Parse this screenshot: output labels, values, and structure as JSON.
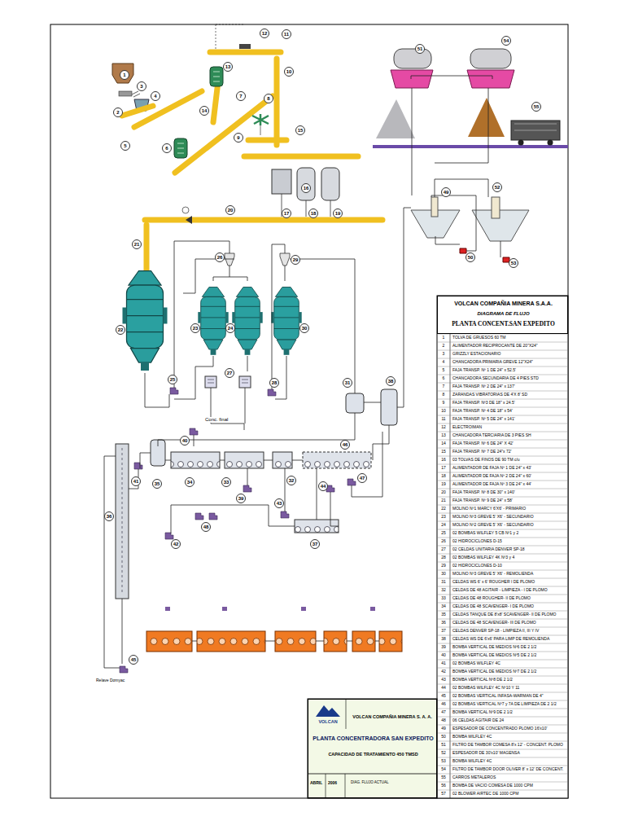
{
  "diagram": {
    "nodes": [
      {
        "text": [
          "VOLCAN COMPAÑIA MINERA S.A.A.",
          "DIAGRAMA DE FLUJO",
          "PLANTA CONCENT.SAN EXPEDITO"
        ]
      },
      {
        "text": [
          "VOLCAN",
          "VOLCAN COMPAÑIA MINERA S. A. A.",
          "PLANTA CONCENTRADORA SAN EXPEDITO",
          "CAPACIDAD DE TRATAMIENTO 450 TMSD",
          "ABRIL",
          "2006",
          "DIAG. FLUJO ACTUAL"
        ]
      }
    ],
    "labels": [
      "1",
      "2",
      "3",
      "4",
      "5",
      "6",
      "7",
      "8",
      "9",
      "10",
      "11",
      "12",
      "13",
      "14",
      "15",
      "16",
      "17",
      "18",
      "19",
      "20",
      "21",
      "22",
      "23",
      "24",
      "25",
      "26",
      "27",
      "28",
      "29",
      "30",
      "31",
      "32",
      "33",
      "34",
      "35",
      "36",
      "37",
      "38",
      "39",
      "40",
      "41",
      "42",
      "43",
      "44",
      "45",
      "46",
      "47",
      "48",
      "49",
      "50",
      "51",
      "52",
      "53",
      "54",
      "55",
      "Conc. final",
      "Relave Domyac",
      "1",
      "TOLVA DE GRUESOS 60 TM",
      "2",
      "ALIMENTADOR RECIPROCANTE DE 20\"X24\"",
      "3",
      "GRIZZLY ESTACIONARIO",
      "4",
      "CHANCADORA PRIMARIA GREVE 12\"X24\"",
      "5",
      "FAJA TRANSP. Nº 1 DE 24\" x 52.5'",
      "6",
      "CHANCADORA SECUNDARIA DE 4 PIES STD",
      "7",
      "FAJA TRANSP. Nº 2 DE 24\" x 137'",
      "8",
      "ZARANDAS VIBRATORIAS DE 4'X 8' SD",
      "9",
      "FAJA TRANSP. Nº3 DE 18\" x 24.5'",
      "10",
      "FAJA TRANSP. Nº 4 DE 18\" x 54'",
      "11",
      "FAJA TRANSP. Nº 5 DE 24\" x 141'",
      "12",
      "ELECTROIMAN",
      "13",
      "CHANCADORA TERCIARIA DE 3 PIES SH",
      "14",
      "FAJA TRANSP. Nº 6 DE 24\" X 42'",
      "15",
      "FAJA TRANSP. Nº 7 DE 24\"x 72'",
      "16",
      "03 TOLVAS DE FINOS DE 90 TM c/u",
      "17",
      "ALIMENTADOR DE FAJA Nº 1 DE 24\" x 43'",
      "18",
      "ALIMENTADOR DE FAJA Nº 2 DE 24\" x 60'",
      "19",
      "ALIMENTADOR DE FAJA Nº 3 DE 24\" x 44'",
      "20",
      "FAJA TRANSP. Nº 8 DE 30\" x 140'",
      "21",
      "FAJA TRANSP. Nº 9 DE 24\" x 58'",
      "22",
      "MOLINO Nº1 MARCY 6'X6' - PRIMARIO",
      "23",
      "MOLINO Nº3 GREVE 5' X6' - SECUNDARIO",
      "24",
      "MOLINO Nº2 GREVE 5' X6' - SECUNDARIO",
      "25",
      "02 BOMBAS WILFLEY 5 CB Nº1 y 2",
      "26",
      "02 HIDROCICLONES D-15",
      "27",
      "02 CELDAS UNITARIA DENVER SP-18",
      "28",
      "02 BOMBAS WILFLEY 4K Nº3 y 4",
      "29",
      "02 HIDROCICLONES D-10",
      "30",
      "MOLINO Nº3 GREVE 5' X6' - REMOLIENDA",
      "31",
      "CELDAS WS 6' x 6' ROUGHER I DE PLOMO",
      "32",
      "CELDAS DE 48 AGITAIR - LIMPIEZA - I DE PLOMO",
      "33",
      "CELDAS DE 48 ROUGHER- II DE PLOMO",
      "34",
      "CELDAS DE 48 SCAVENGER- I DE PLOMO",
      "35",
      "CELDAS TANQUE DE 8'x8' SCAVENGER- II DE PLOMO",
      "36",
      "CELDAS DE 48 SCAVENGER- III DE PLOMO",
      "37",
      "CELDAS DENVER SP-18 - LIMPIEZA II, III Y IV",
      "38",
      "CELDAS WS DE 6'x6' PARA LIMP DE REMOLIENDA",
      "39",
      "BOMBA VERTICAL DE MEDIOS Nº6 DE 2 1/2",
      "40",
      "BOMBA VERTICAL DE MEDIOS Nº5 DE 2 1/2",
      "41",
      "02 BOMBAS WILFLEY 4C",
      "42",
      "BOMBA VERTICAL DE MEDIOS Nº7 DE 2 1/2",
      "43",
      "BOMBA VERTICAL Nº8 DE 2 1/2",
      "44",
      "02 BOMBAS WILFLEY 4C Nº10 Y 11",
      "45",
      "02 BOMBAS VERTICAL INFASA-WARMAN DE 4\"",
      "46",
      "02 BOMBAS VERTICAL Nº7 y 7A DE LIMPIEZA DE 2 1/2",
      "47",
      "BOMBA VERTICAL Nº9 DE 2 1/2",
      "48",
      "06 CELDAS AGITAIR DE 24",
      "49",
      "ESPESADOR DE CONCENTRADO PLOMO 16'x10'",
      "50",
      "BOMBA WILFLEY 4C",
      "51",
      "FILTRO DE TAMBOR COMESA 8'x 12' - CONCENT. PLOMO",
      "52",
      "ESPESADOR DE 30'x10' MAGENSA",
      "53",
      "BOMBA WILFLEY 4C",
      "54",
      "FILTRO DE TAMBOR DOOR OLIVER 8' x 12' DE CONCENT.",
      "55",
      "CARROS METALEROS",
      "56",
      "BOMBA DE VACIO COMESA DE 1000 CPM",
      "57",
      "02 BLOWER AIRTEC DE 1000 CPM"
    ]
  }
}
